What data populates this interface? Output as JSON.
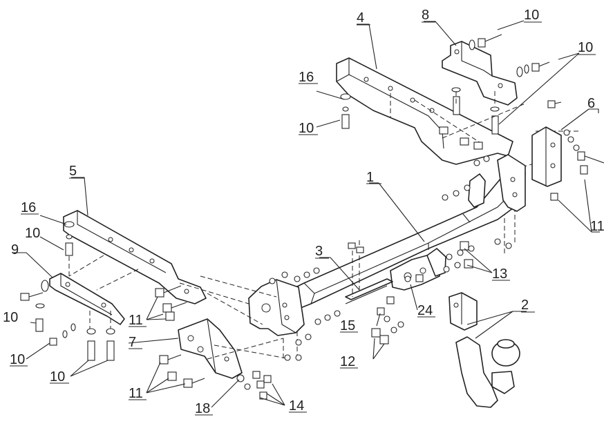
{
  "callouts": {
    "c1": "1",
    "c2": "2",
    "c3": "3",
    "c4": "4",
    "c5": "5",
    "c6": "6",
    "c7": "7",
    "c8": "8",
    "c9": "9",
    "c10a": "10",
    "c10b": "10",
    "c10c": "10",
    "c10d": "10",
    "c10e": "10",
    "c10f": "10",
    "c10g": "10",
    "c11a": "11",
    "c11b": "11",
    "c11c": "11",
    "c12": "12",
    "c13": "13",
    "c14": "14",
    "c15": "15",
    "c16a": "16",
    "c16b": "16",
    "c18": "18",
    "c24": "24"
  }
}
